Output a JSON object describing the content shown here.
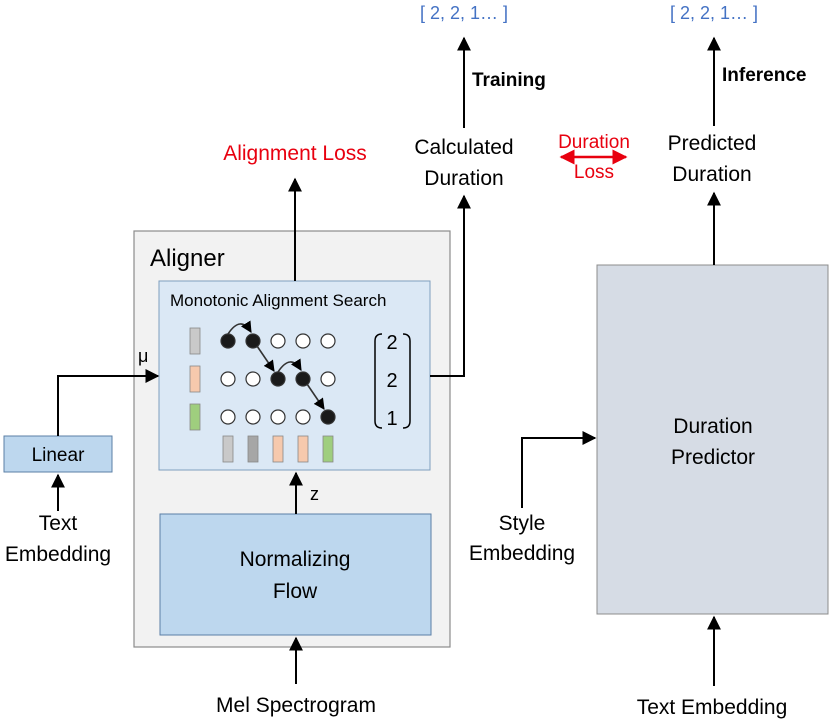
{
  "outputs": {
    "training_sequence": "[ 2, 2, 1… ]",
    "inference_sequence": "[ 2, 2, 1… ]",
    "training_label": "Training",
    "inference_label": "Inference"
  },
  "losses": {
    "alignment_loss": "Alignment Loss",
    "duration_loss_line1": "Duration",
    "duration_loss_line2": "Loss"
  },
  "nodes": {
    "calculated_duration_line1": "Calculated",
    "calculated_duration_line2": "Duration",
    "predicted_duration_line1": "Predicted",
    "predicted_duration_line2": "Duration",
    "aligner_title": "Aligner",
    "mas_title": "Monotonic Alignment Search",
    "linear": "Linear",
    "mu_symbol": "μ",
    "z_symbol": "z",
    "normalizing_flow_line1": "Normalizing",
    "normalizing_flow_line2": "Flow",
    "duration_predictor_line1": "Duration",
    "duration_predictor_line2": "Predictor"
  },
  "inputs": {
    "text_embedding_left_line1": "Text",
    "text_embedding_left_line2": "Embedding",
    "mel_spectrogram": "Mel Spectrogram",
    "style_embedding_line1": "Style",
    "style_embedding_line2": "Embedding",
    "text_embedding_right": "Text Embedding"
  },
  "duration_vector": [
    "2",
    "2",
    "1"
  ],
  "alignment_grid": {
    "rows": [
      [
        1,
        1,
        0,
        0,
        0
      ],
      [
        0,
        0,
        1,
        1,
        0
      ],
      [
        0,
        0,
        0,
        0,
        1
      ]
    ],
    "text_token_colors": [
      "#c9c9c9",
      "#f6c9ad",
      "#9fce7e"
    ],
    "mel_frame_colors": [
      "#c9c9c9",
      "#a6a6a6",
      "#f6c9ad",
      "#f6c9ad",
      "#9fce7e"
    ]
  },
  "colors": {
    "loss_red": "#e8000f",
    "sequence_blue": "#4472c4",
    "aligner_bg": "#f2f2f2",
    "mas_bg": "#dbe8f5",
    "linear_fill": "#bdd7ee",
    "flow_fill": "#bdd7ee",
    "predictor_fill": "#d6dce5"
  }
}
